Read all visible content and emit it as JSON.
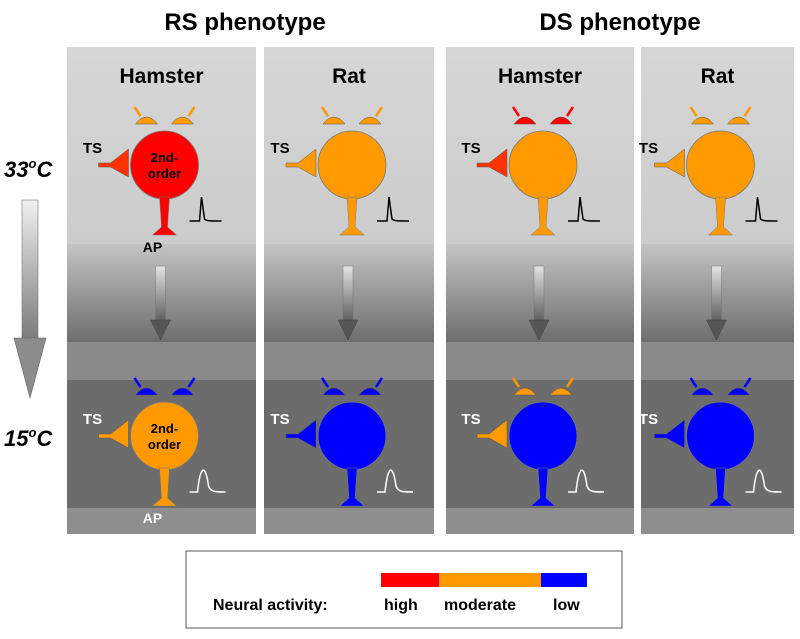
{
  "phenotypes": [
    {
      "title": "RS phenotype"
    },
    {
      "title": "DS phenotype"
    }
  ],
  "columns": [
    {
      "title": "Hamster",
      "phenotype": "RS",
      "warm_soma": "high",
      "warm_dendrites": "moderate",
      "warm_input": "high",
      "cold_soma": "moderate",
      "cold_dendrites": "low",
      "cold_input": "moderate",
      "soma_label_1": "2nd-",
      "soma_label_2": "order",
      "ap_label": "AP"
    },
    {
      "title": "Rat",
      "phenotype": "RS",
      "warm_soma": "moderate",
      "warm_dendrites": "moderate",
      "warm_input": "moderate",
      "cold_soma": "low",
      "cold_dendrites": "low",
      "cold_input": "low"
    },
    {
      "title": "Hamster",
      "phenotype": "DS",
      "warm_soma": "moderate",
      "warm_dendrites": "high",
      "warm_input": "high",
      "cold_soma": "low",
      "cold_dendrites": "moderate",
      "cold_input": "moderate"
    },
    {
      "title": "Rat",
      "phenotype": "DS",
      "warm_soma": "moderate",
      "warm_dendrites": "moderate",
      "warm_input": "moderate",
      "cold_soma": "low",
      "cold_dendrites": "low",
      "cold_input": "low"
    }
  ],
  "ts_label": "TS",
  "temperatures": {
    "warm": {
      "value": "33",
      "sup": "o",
      "unit": "C"
    },
    "cold": {
      "value": "15",
      "sup": "o",
      "unit": "C"
    }
  },
  "legend": {
    "label": "Neural  activity:",
    "levels": [
      {
        "name": "high",
        "color": "#ff0000"
      },
      {
        "name": "moderate",
        "color": "#ff9900"
      },
      {
        "name": "low",
        "color": "#0000ff"
      }
    ]
  },
  "colors": {
    "high": "#ff0000",
    "moderate": "#ff9900",
    "low": "#0000ff",
    "input_high": "#ff3300"
  }
}
